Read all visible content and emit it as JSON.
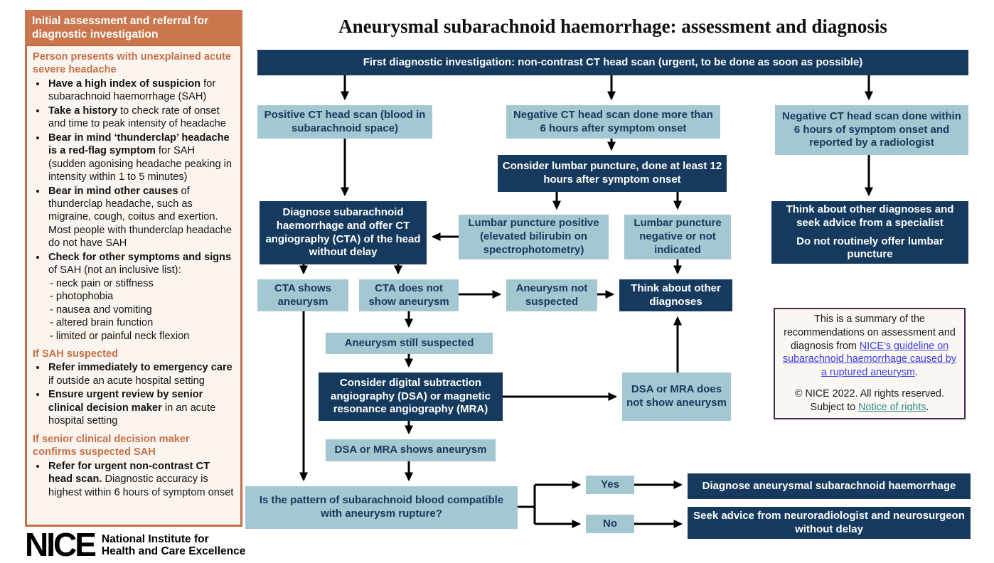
{
  "title": "Aneurysmal subarachnoid haemorrhage: assessment and diagnosis",
  "colors": {
    "dark_blue": "#153a5e",
    "light_blue": "#a4c8d2",
    "orange_header": "#cb764c",
    "orange_border": "#c56f48",
    "sidebar_bg": "#fcf4ee",
    "info_border": "#46254e",
    "link_blue": "#3a3ee0",
    "link_teal": "#2a8a8c"
  },
  "sidebar": {
    "header": "Initial assessment and referral for diagnostic investigation",
    "sections": [
      {
        "heading": "Person presents with unexplained acute severe headache",
        "bullets": [
          {
            "bold": "Have a high index of suspicion",
            "rest": " for subarachnoid haemorrhage (SAH)",
            "sub": []
          },
          {
            "bold": "Take a history",
            "rest": " to check rate of onset and time to peak intensity of headache",
            "sub": []
          },
          {
            "bold": "Bear in mind ‘thunderclap’ headache is a red-flag symptom",
            "rest": " for SAH (sudden agonising headache peaking in intensity within 1 to 5 minutes)",
            "sub": []
          },
          {
            "bold": "Bear in mind other causes",
            "rest": " of thunderclap headache, such as migraine, cough, coitus and exertion. Most people with thunderclap headache do not have SAH",
            "sub": []
          },
          {
            "bold": "Check for other symptoms and signs",
            "rest": " of SAH (not an inclusive list):",
            "sub": [
              "- neck pain or stiffness",
              "- photophobia",
              "- nausea and vomiting",
              "- altered brain function",
              "- limited or painful neck flexion"
            ]
          }
        ]
      },
      {
        "heading": "If SAH suspected",
        "bullets": [
          {
            "bold": "Refer immediately to emergency care",
            "rest": " if outside an acute hospital setting",
            "sub": []
          },
          {
            "bold": "Ensure urgent review by senior clinical decision maker",
            "rest": " in an acute hospital setting",
            "sub": []
          }
        ]
      },
      {
        "heading": "If senior clinical decision maker confirms suspected SAH",
        "bullets": [
          {
            "bold": "Refer for urgent non-contrast CT head scan.",
            "rest": " Diagnostic accuracy is highest within 6 hours of symptom onset",
            "sub": []
          }
        ]
      }
    ]
  },
  "flowchart": {
    "top_bar": {
      "label": "First diagnostic investigation: non-contrast CT head scan (urgent, to be done as soon as possible)"
    },
    "positive_ct": {
      "label": "Positive CT head scan (blood in subarachnoid space)"
    },
    "negative_gt6": {
      "label": "Negative CT head scan done more than 6 hours after symptom onset"
    },
    "negative_lt6": {
      "label": "Negative CT head scan done within 6 hours of symptom onset and reported by a radiologist"
    },
    "consider_lp": {
      "label": "Consider lumbar puncture, done at least 12 hours after symptom onset"
    },
    "diagnose_sah": {
      "label": "Diagnose subarachnoid haemorrhage and offer CT angiography (CTA) of the head without delay"
    },
    "lp_positive": {
      "label": "Lumbar puncture positive (elevated bilirubin on spectrophotometry)"
    },
    "lp_negative": {
      "label": "Lumbar puncture negative or not indicated"
    },
    "think_specialist": {
      "label1": "Think about other diagnoses and seek advice from a specialist",
      "label2": "Do not routinely offer lumbar puncture"
    },
    "cta_shows": {
      "label": "CTA shows aneurysm"
    },
    "cta_not_show": {
      "label": "CTA does not show aneurysm"
    },
    "aneurysm_not_suspected": {
      "label": "Aneurysm not suspected"
    },
    "think_other": {
      "label": "Think about other diagnoses"
    },
    "aneurysm_still": {
      "label": "Aneurysm still suspected"
    },
    "consider_dsa": {
      "label": "Consider digital subtraction angiography (DSA) or magnetic resonance angiography (MRA)"
    },
    "dsa_not_show": {
      "label": "DSA or MRA does not show aneurysm"
    },
    "dsa_shows": {
      "label": "DSA or MRA shows aneurysm"
    },
    "question": {
      "label": "Is the pattern of subarachnoid blood compatible with aneurysm rupture?"
    },
    "yes": {
      "label": "Yes"
    },
    "no": {
      "label": "No"
    },
    "diagnose_asah": {
      "label": "Diagnose aneurysmal subarachnoid haemorrhage"
    },
    "seek_advice": {
      "label": "Seek advice from neuroradiologist and neurosurgeon without delay"
    }
  },
  "info_box": {
    "p1_text": "This is a summary of the recommendations on assessment and diagnosis from ",
    "p1_link": "NICE’s guideline on subarachnoid haemorrhage caused by a ruptured aneurysm",
    "p1_suffix": ".",
    "p2_text": "© NICE 2022. All rights reserved. Subject to ",
    "p2_link": "Notice of rights",
    "p2_suffix": "."
  },
  "logo": {
    "acronym": "NICE",
    "line1": "National Institute for",
    "line2": "Health and Care Excellence"
  }
}
